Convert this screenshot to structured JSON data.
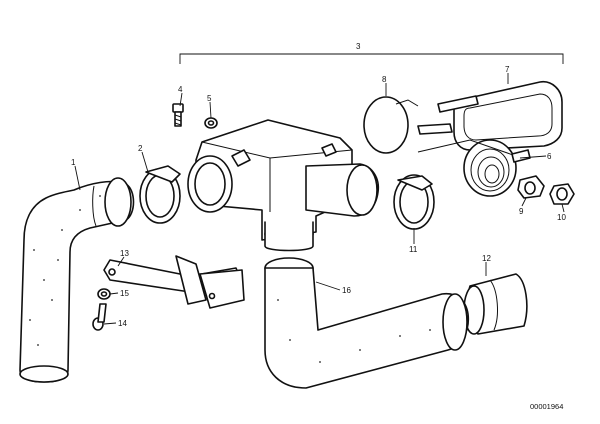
{
  "callouts": {
    "c1": "1",
    "c2": "2",
    "c3": "3",
    "c4": "4",
    "c5": "5",
    "c6": "6",
    "c7": "7",
    "c8": "8",
    "c9": "9",
    "c10": "10",
    "c11": "11",
    "c12": "12",
    "c13": "13",
    "c14": "14",
    "c15": "15",
    "c16": "16"
  },
  "reference_number": "00001964"
}
